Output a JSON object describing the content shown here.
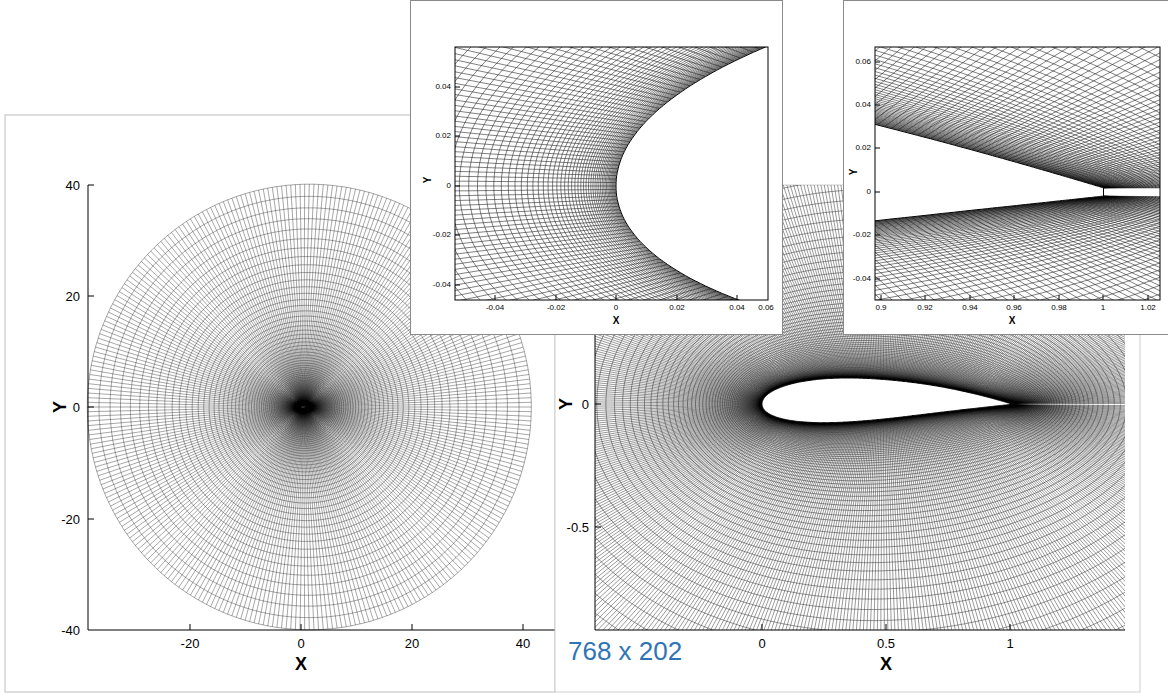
{
  "diagram": {
    "labels": [
      "40",
      "20",
      "0",
      "-20",
      "-40",
      "Y",
      "-20",
      "0",
      "20",
      "40",
      "X",
      "0.04",
      "0.02",
      "0",
      "-0.02",
      "-0.04",
      "Y",
      "-0.04",
      "-0.02",
      "0",
      "0.02",
      "0.04",
      "0.06",
      "X",
      "0.06",
      "0.04",
      "0.02",
      "0",
      "-0.02",
      "-0.04",
      "Y",
      "0.9",
      "0.92",
      "0.94",
      "0.96",
      "0.98",
      "1",
      "1.02",
      "X",
      "0",
      "-0.5",
      "Y",
      "0",
      "0.5",
      "1",
      "X",
      "768 x 202"
    ]
  }
}
